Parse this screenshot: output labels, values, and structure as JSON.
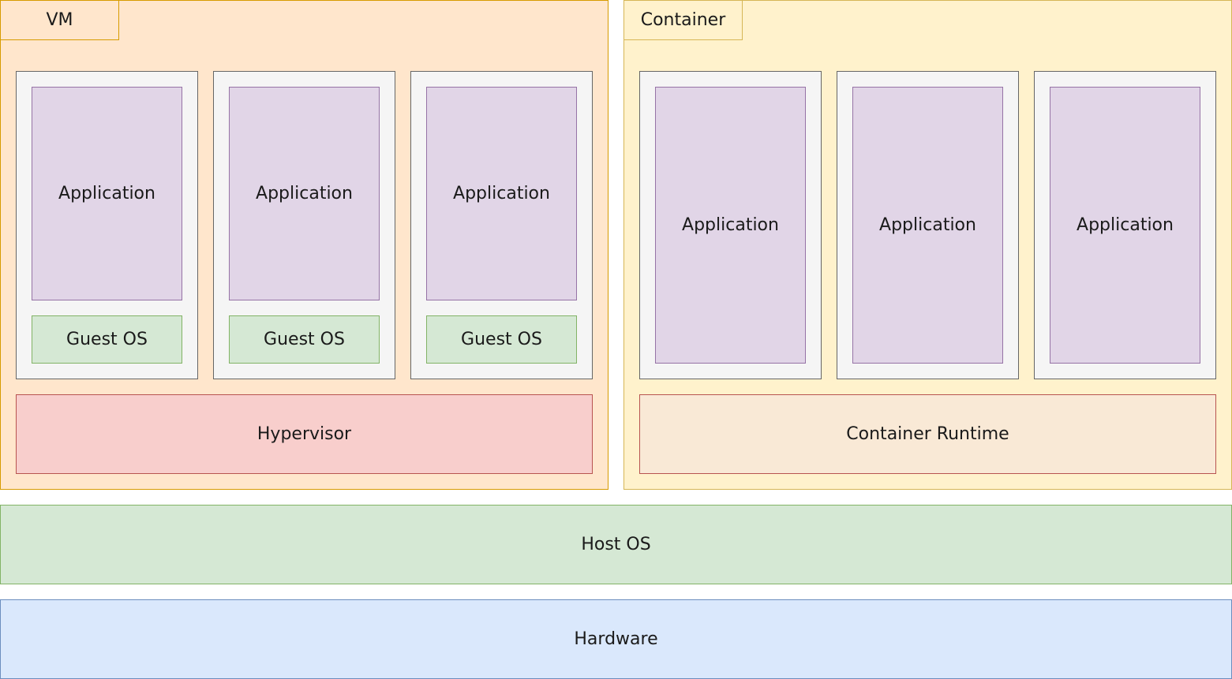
{
  "vm": {
    "label": "VM",
    "columns": [
      {
        "application": "Application",
        "guest_os": "Guest OS"
      },
      {
        "application": "Application",
        "guest_os": "Guest OS"
      },
      {
        "application": "Application",
        "guest_os": "Guest OS"
      }
    ],
    "hypervisor": "Hypervisor"
  },
  "container": {
    "label": "Container",
    "columns": [
      {
        "application": "Application"
      },
      {
        "application": "Application"
      },
      {
        "application": "Application"
      }
    ],
    "runtime": "Container Runtime"
  },
  "host_os": "Host OS",
  "hardware": "Hardware",
  "colors": {
    "vm_fill": "#ffe6cc",
    "container_fill": "#fff2cc",
    "application_fill": "#e1d5e7",
    "guest_os_fill": "#d5e8d4",
    "hypervisor_fill": "#f8cecc",
    "runtime_fill": "#f9e9d6",
    "host_os_fill": "#d5e8d4",
    "hardware_fill": "#dae8fc"
  }
}
